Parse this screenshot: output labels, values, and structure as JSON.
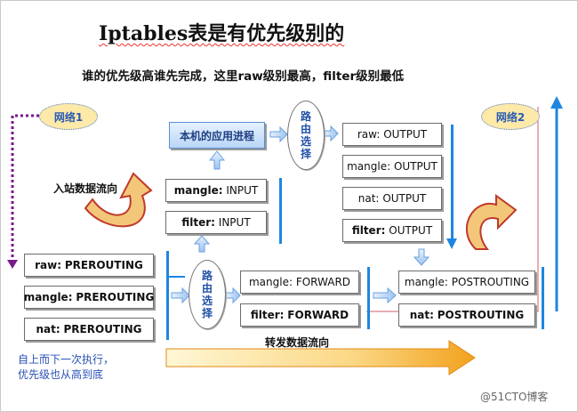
{
  "title": "Iptables表是有优先级别的",
  "subtitle": "谁的优先级高谁先完成，这里raw级别最高，filter级别最低",
  "network_in": "网络1",
  "network_out": "网络2",
  "local_process": "本机的应用进程",
  "route_label": [
    "路",
    "由",
    "选",
    "择"
  ],
  "inbound_flow": "入站数据流向",
  "forward_flow": "转发数据流向",
  "note": [
    "自上而下一次执行，",
    "优先级也从高到底"
  ],
  "watermark": "@51CTO博客",
  "prerouting": [
    {
      "table": "raw:",
      "chain": "PREROUTING"
    },
    {
      "table": "mangle:",
      "chain": "PREROUTING"
    },
    {
      "table": "nat:",
      "chain": "PREROUTING"
    }
  ],
  "input": [
    {
      "table": "mangle:",
      "chain": "INPUT"
    },
    {
      "table": "filter:",
      "chain": "INPUT"
    }
  ],
  "forward": [
    {
      "table": "mangle:",
      "chain": "FORWARD"
    },
    {
      "table": "filter:",
      "chain": "FORWARD"
    }
  ],
  "output": [
    {
      "table": "raw:",
      "chain": "OUTPUT"
    },
    {
      "table": "mangle:",
      "chain": "OUTPUT"
    },
    {
      "table": "nat:",
      "chain": "OUTPUT"
    },
    {
      "table": "filter:",
      "chain": "OUTPUT"
    }
  ],
  "postrouting": [
    {
      "table": "mangle:",
      "chain": "POSTROUTING"
    },
    {
      "table": "nat:",
      "chain": "POSTROUTING"
    }
  ]
}
